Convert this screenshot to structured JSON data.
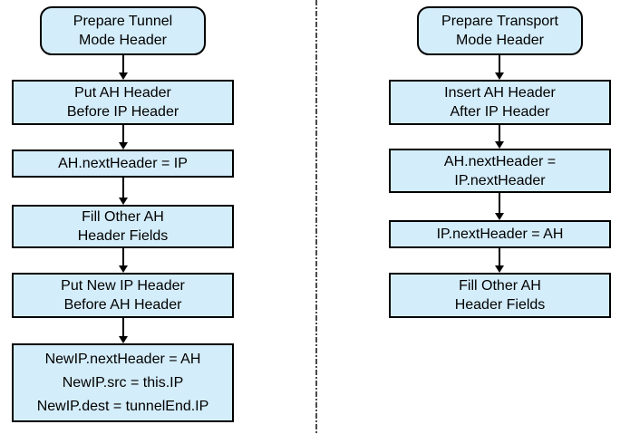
{
  "diagram": {
    "left_flow": {
      "start": "Prepare Tunnel\nMode Header",
      "steps": [
        "Put AH Header\nBefore IP Header",
        "AH.nextHeader = IP",
        "Fill Other AH\nHeader Fields",
        "Put New IP Header\nBefore AH Header",
        "NewIP.nextHeader = AH\nNewIP.src = this.IP\nNewIP.dest = tunnelEnd.IP"
      ]
    },
    "right_flow": {
      "start": "Prepare Transport\nMode Header",
      "steps": [
        "Insert AH Header\nAfter IP Header",
        "AH.nextHeader =\nIP.nextHeader",
        "IP.nextHeader = AH",
        "Fill Other AH\nHeader Fields"
      ]
    },
    "colors": {
      "node_fill": "#d4edfa",
      "node_border": "#000000",
      "text": "#000000",
      "divider": "#4a4a4a",
      "background": "#ffffff"
    }
  }
}
